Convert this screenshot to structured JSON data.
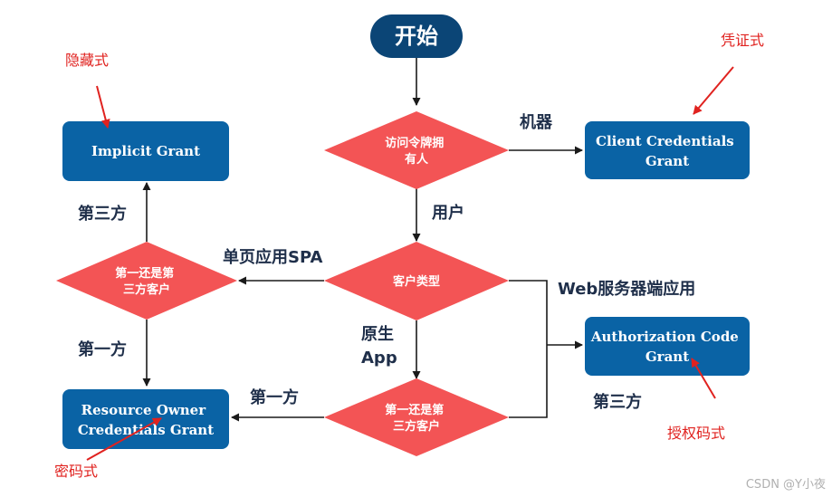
{
  "start": "开始",
  "decisions": {
    "token_owner": [
      "访问令牌拥",
      "有人"
    ],
    "client_type": [
      "客户类型"
    ],
    "party_top": [
      "第一还是第",
      "三方客户"
    ],
    "party_bottom": [
      "第一还是第",
      "三方客户"
    ]
  },
  "grants": {
    "implicit": [
      "Implicit Grant"
    ],
    "client_credentials": [
      "Client Credentials",
      "Grant"
    ],
    "authorization_code": [
      "Authorization Code",
      "Grant"
    ],
    "resource_owner": [
      "Resource Owner",
      "Credentials Grant"
    ]
  },
  "edge_labels": {
    "machine": "机器",
    "user": "用户",
    "spa": "单页应用SPA",
    "web_server": "Web服务器端应用",
    "native": [
      "原生",
      "App"
    ],
    "third_party_top": "第三方",
    "first_party_top": "第一方",
    "first_party_bottom": "第一方",
    "third_party_bottom": "第三方"
  },
  "annotations": {
    "implicit": "隐藏式",
    "client_credentials": "凭证式",
    "authorization_code": "授权码式",
    "resource_owner": "密码式"
  },
  "watermark": "CSDN @Y小夜"
}
